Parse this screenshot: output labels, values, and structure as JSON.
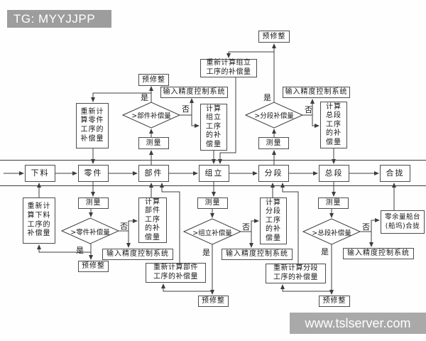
{
  "banner": {
    "tag": "TG: MYYJJPP"
  },
  "watermark": {
    "url": "www.tslserver.com"
  },
  "colors": {
    "banner_bg": "#9d9d9d",
    "watermark_bg": "#a9a9a9",
    "line": "#3d3d3d",
    "box_border": "#4c4c4c",
    "text": "#171717",
    "background": "#fefefe"
  },
  "diagram": {
    "stages": {
      "xialiao": "下料",
      "lingjian": "零件",
      "bujian": "部件",
      "zuli": "组立",
      "fenduan": "分段",
      "zongduan": "总段",
      "helong": "合拢"
    },
    "decisions": {
      "bujian": ">部件补偿量",
      "fenduan": ">分段补偿量",
      "lingjian": ">零件补偿量",
      "zuli": ">组立补偿量",
      "zongduan": ">总段补偿量"
    },
    "labels": {
      "yes": "是",
      "no": "否",
      "measure": "测量",
      "pre_adjust": "预修整",
      "input_system": "输入精度控制系统"
    },
    "process": {
      "recalc_lingjian": "重新计\n算零件\n工序的\n补偿量",
      "calc_zuli": "计算\n组立\n工序\n的补\n偿量",
      "recalc_zuli": "重新计算组立\n工序的补偿量",
      "calc_zongduan": "计算\n总段\n工序\n的补\n偿量",
      "recalc_xialiao": "重新计\n算下料\n工序的\n补偿量",
      "calc_bujian": "计算\n部件\n工序\n的补\n偿量",
      "calc_fenduan": "计算\n分段\n工序\n的补\n偿量",
      "recalc_bujian": "重新计算部件\n工序的补偿量",
      "recalc_fenduan": "重新计算分段\n工序的补偿量",
      "zero_margin": "零余量船台\n(船坞)合拢"
    }
  }
}
